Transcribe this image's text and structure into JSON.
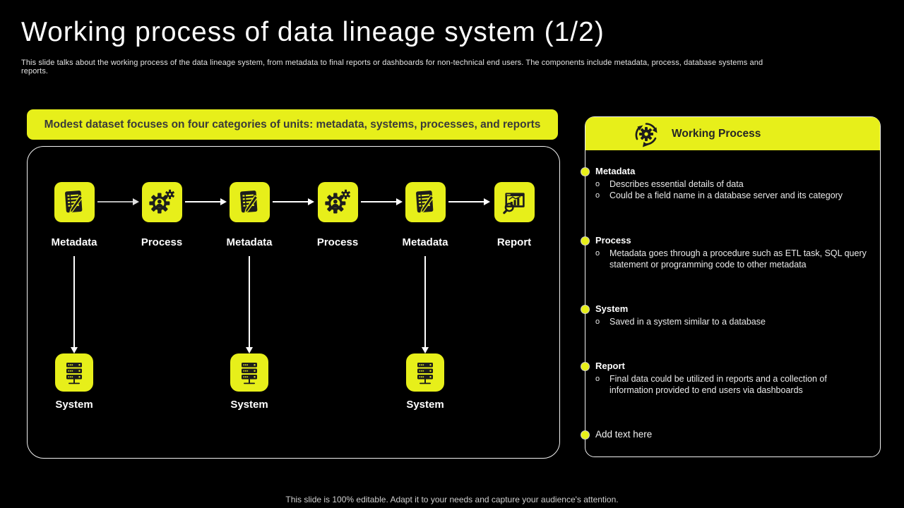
{
  "slide": {
    "title": "Working process of data lineage system (1/2)",
    "subtitle": "This slide talks about the working process of the data lineage system, from metadata to final reports or dashboards for non-technical end users. The components include metadata, process, database systems and reports.",
    "footer": "This slide is 100% editable. Adapt it to your needs and capture your audience's attention."
  },
  "banner": {
    "text": "Modest dataset focuses on four categories of units: metadata, systems, processes, and reports"
  },
  "flow": {
    "items": [
      {
        "label": "Metadata",
        "icon": "metadata-icon"
      },
      {
        "label": "Process",
        "icon": "process-icon"
      },
      {
        "label": "Metadata",
        "icon": "metadata-icon"
      },
      {
        "label": "Process",
        "icon": "process-icon"
      },
      {
        "label": "Metadata",
        "icon": "metadata-icon"
      },
      {
        "label": "Report",
        "icon": "report-icon"
      }
    ],
    "systems": [
      {
        "label": "System",
        "icon": "server-icon"
      },
      {
        "label": "System",
        "icon": "server-icon"
      },
      {
        "label": "System",
        "icon": "server-icon"
      }
    ]
  },
  "panel": {
    "header": {
      "title": "Working Process",
      "icon": "process-cycle-icon"
    },
    "bullet_char": "o",
    "sections": [
      {
        "title": "Metadata",
        "bullets": [
          "Describes essential details of data",
          "Could be a field name in a database server and its category"
        ]
      },
      {
        "title": "Process",
        "bullets": [
          "Metadata goes through a procedure such as ETL task, SQL query statement or programming code to other metadata"
        ]
      },
      {
        "title": "System",
        "bullets": [
          "Saved in a system similar to a database"
        ]
      },
      {
        "title": "Report",
        "bullets": [
          "Final data could be utilized in reports and a collection of information provided to end users via dashboards"
        ]
      },
      {
        "title": "Add text here",
        "bullets": []
      }
    ]
  },
  "colors": {
    "accent_yellow": "#E7EF1A",
    "background": "#000000",
    "icon_ink": "#1d1d1d",
    "border_white": "#F2F2F2"
  }
}
